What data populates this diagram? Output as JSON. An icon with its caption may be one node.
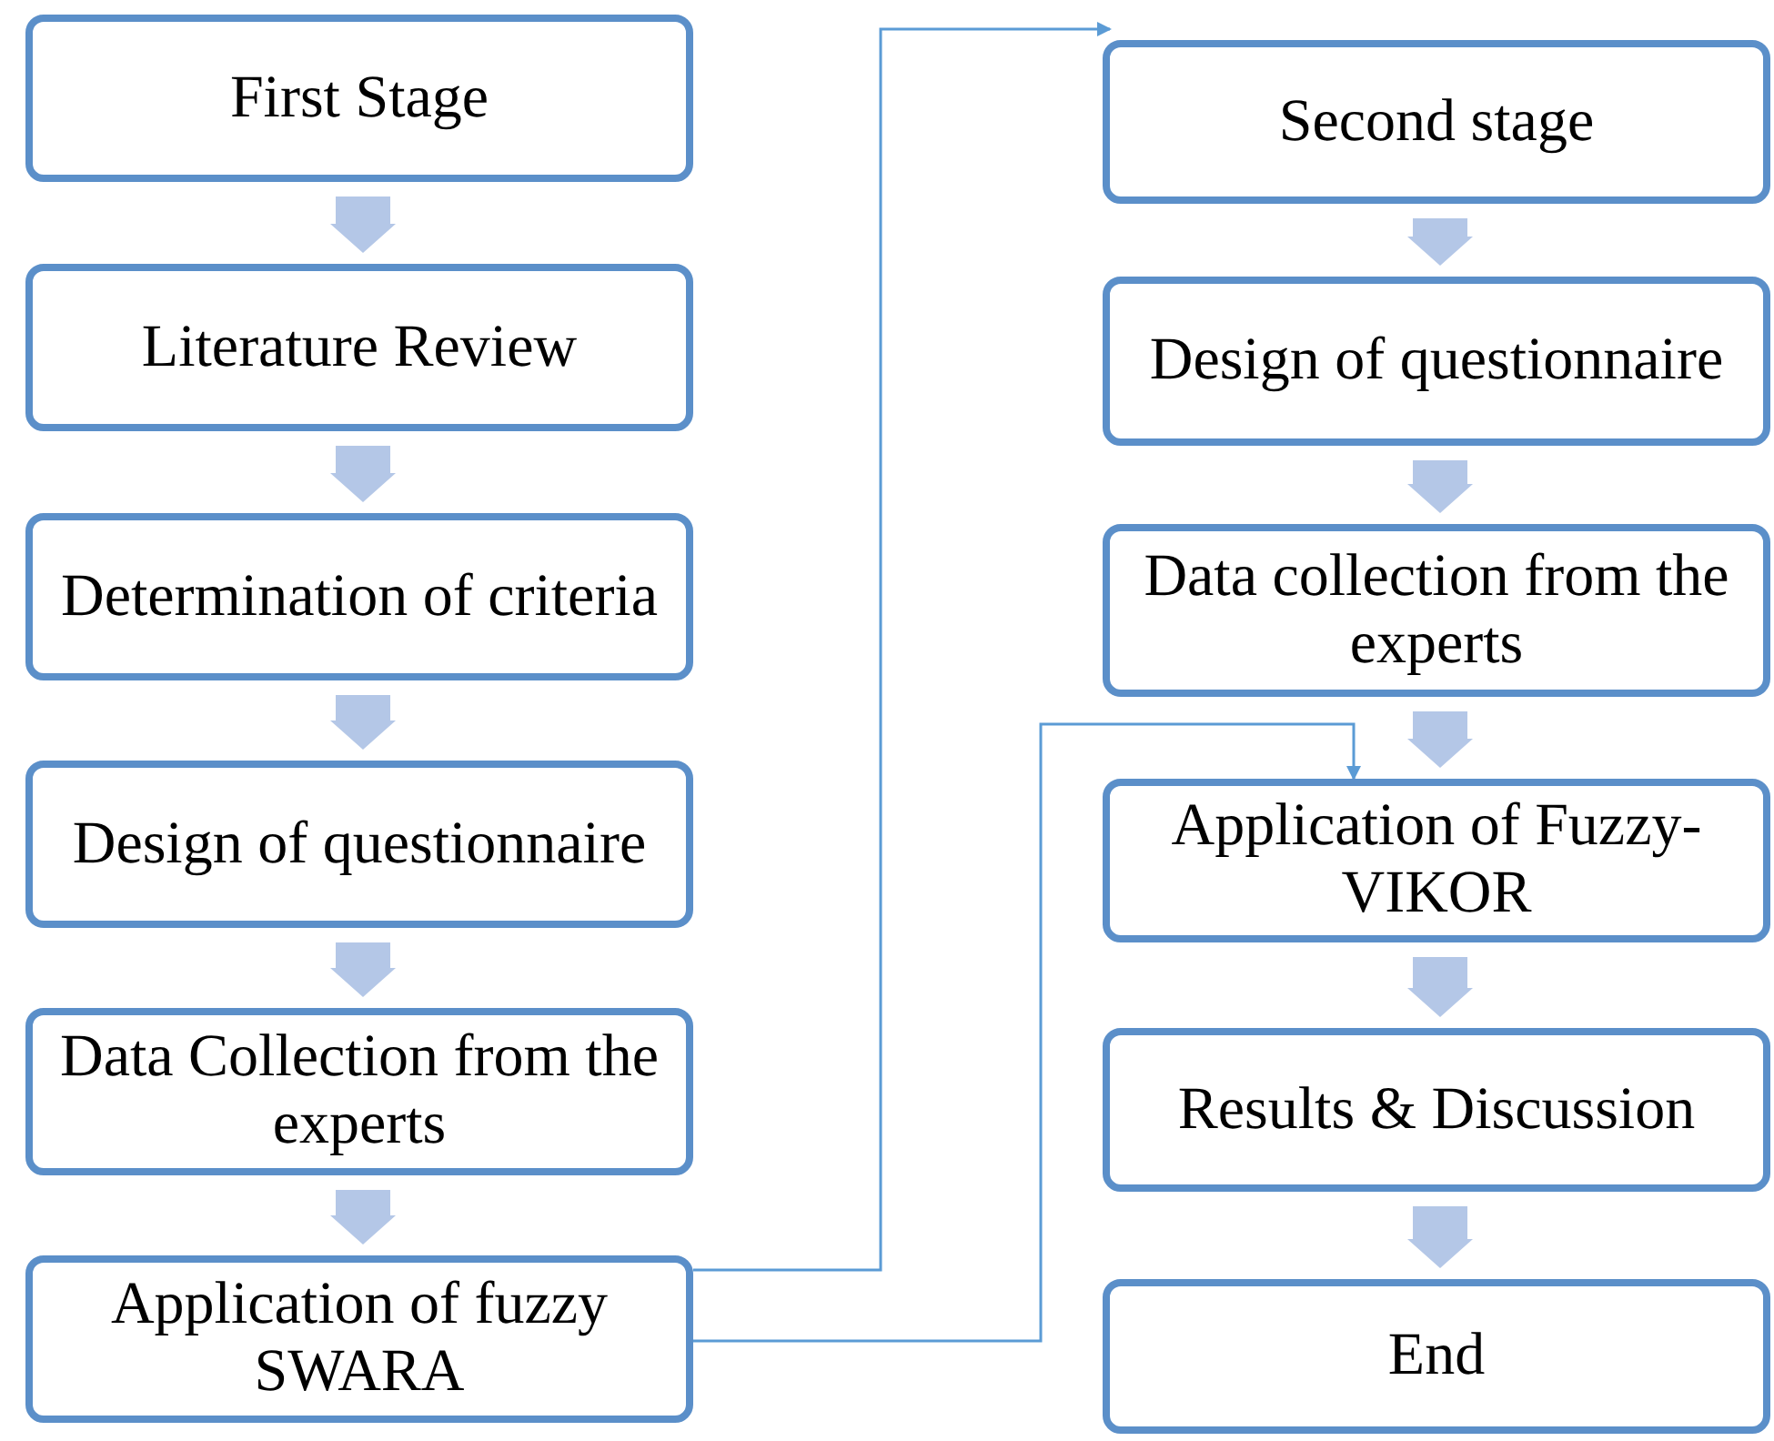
{
  "diagram": {
    "nodes": [
      {
        "text": [
          "First Stage"
        ]
      },
      {
        "text": [
          "Literature Review"
        ]
      },
      {
        "text": [
          "Determination of criteria"
        ]
      },
      {
        "text": [
          "Design of questionnaire"
        ]
      },
      {
        "text": [
          "Data Collection from the experts"
        ]
      },
      {
        "text": [
          "Application of fuzzy SWARA"
        ]
      },
      {
        "text": [
          "Second stage"
        ]
      },
      {
        "text": [
          "Design of questionnaire"
        ]
      },
      {
        "text": [
          "Data collection from the experts"
        ]
      },
      {
        "text": [
          "Application of Fuzzy-VIKOR"
        ]
      },
      {
        "text": [
          "Results & Discussion"
        ]
      },
      {
        "text": [
          "End"
        ]
      }
    ],
    "edges": [
      {
        "from": 0,
        "to": 1,
        "arrow": "to",
        "style": "thick",
        "color": "#b4c7e7"
      },
      {
        "from": 1,
        "to": 2,
        "arrow": "to",
        "style": "thick",
        "color": "#b4c7e7"
      },
      {
        "from": 2,
        "to": 3,
        "arrow": "to",
        "style": "thick",
        "color": "#b4c7e7"
      },
      {
        "from": 3,
        "to": 4,
        "arrow": "to",
        "style": "thick",
        "color": "#b4c7e7"
      },
      {
        "from": 4,
        "to": 5,
        "arrow": "to",
        "style": "thick",
        "color": "#b4c7e7"
      },
      {
        "from": 5,
        "to": 6,
        "arrow": "to"
      },
      {
        "from": 6,
        "to": 7,
        "arrow": "to",
        "style": "thick",
        "color": "#b4c7e7"
      },
      {
        "from": 7,
        "to": 8,
        "arrow": "to",
        "style": "thick",
        "color": "#b4c7e7"
      },
      {
        "from": 8,
        "to": 9,
        "arrow": "to",
        "style": "thick",
        "color": "#b4c7e7"
      },
      {
        "from": 5,
        "to": 9,
        "arrow": "to"
      },
      {
        "from": 9,
        "to": 10,
        "arrow": "to",
        "style": "thick",
        "color": "#b4c7e7"
      },
      {
        "from": 10,
        "to": 11,
        "arrow": "to",
        "style": "thick",
        "color": "#b4c7e7"
      }
    ]
  }
}
